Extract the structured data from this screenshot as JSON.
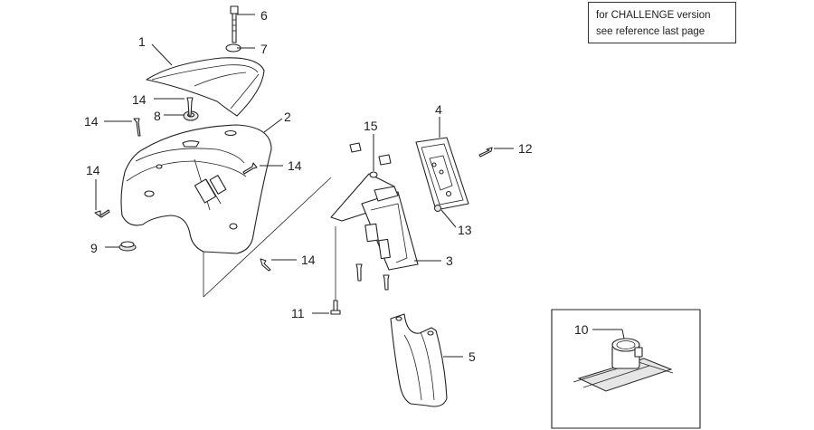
{
  "note": {
    "line1": "for CHALLENGE version",
    "line2": "see reference last page"
  },
  "callouts": {
    "c1": "1",
    "c2": "2",
    "c3": "3",
    "c4": "4",
    "c5": "5",
    "c6": "6",
    "c7": "7",
    "c8": "8",
    "c9": "9",
    "c10": "10",
    "c11": "11",
    "c12": "12",
    "c13": "13",
    "c14a": "14",
    "c14b": "14",
    "c14c": "14",
    "c14d": "14",
    "c14e": "14",
    "c15": "15"
  }
}
